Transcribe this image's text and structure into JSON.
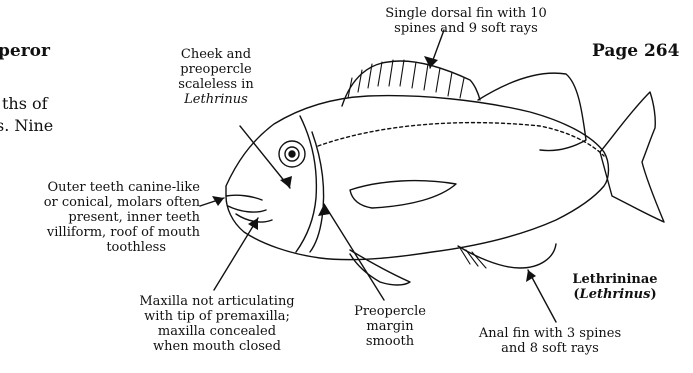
{
  "header": {
    "left_fragment_1": "peror",
    "left_fragment_2": "ths of",
    "left_fragment_3": "s. Nine",
    "page_number": "Page 264"
  },
  "labels": {
    "dorsal_fin": [
      "Single dorsal fin with 10",
      "spines and 9 soft rays"
    ],
    "cheek": [
      "Cheek and",
      "preopercle",
      "scaleless in",
      "Lethrinus"
    ],
    "teeth": [
      "Outer teeth canine-like",
      "or conical, molars often",
      "present, inner teeth",
      "villiform, roof of mouth",
      "toothless"
    ],
    "maxilla": [
      "Maxilla not articulating",
      "with tip of premaxilla;",
      "maxilla concealed",
      "when mouth closed"
    ],
    "preopercle": [
      "Preopercle",
      "margin",
      "smooth"
    ],
    "anal_fin": [
      "Anal fin with 3 spines",
      "and  8 soft rays"
    ],
    "subfamily": [
      "Lethrininae",
      "(",
      "Lethrinus",
      ")"
    ]
  },
  "colors": {
    "ink": "#111111",
    "background": "#ffffff"
  }
}
